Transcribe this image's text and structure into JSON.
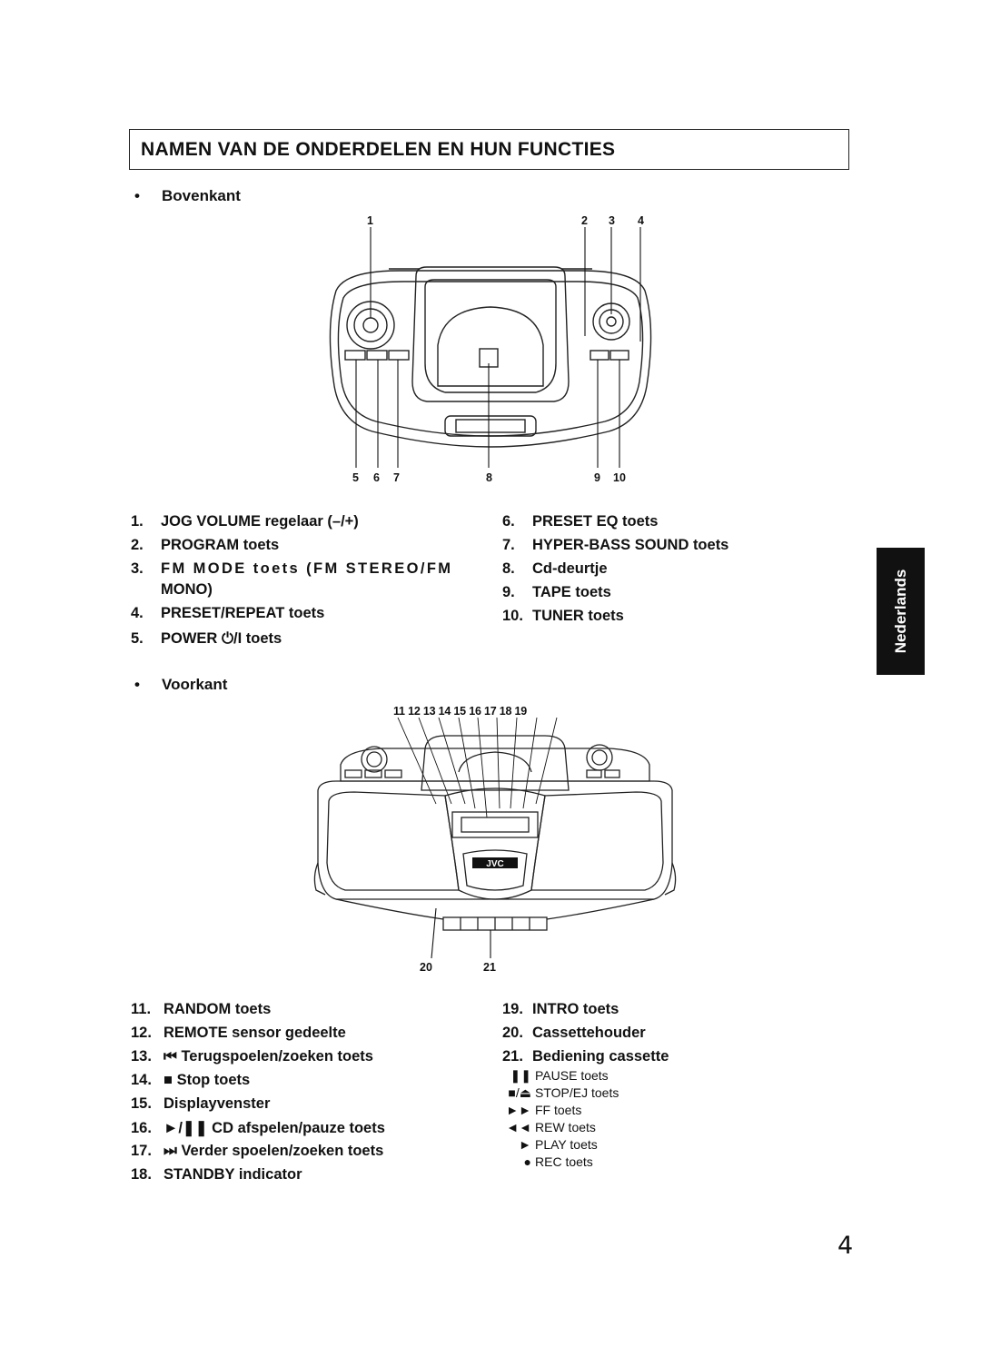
{
  "title": "NAMEN VAN DE ONDERDELEN EN HUN FUNCTIES",
  "top_section": {
    "heading": "Bovenkant",
    "callouts_top": [
      "1",
      "2",
      "3",
      "4"
    ],
    "callouts_bottom": [
      "5",
      "6",
      "7",
      "8",
      "9",
      "10"
    ],
    "items_left": [
      {
        "num": "1.",
        "text": "JOG VOLUME regelaar (–/+)"
      },
      {
        "num": "2.",
        "text": "PROGRAM toets"
      },
      {
        "num": "3.",
        "text": "FM MODE toets (FM STEREO/FM"
      },
      {
        "num": "",
        "text": "MONO)"
      },
      {
        "num": "4.",
        "text": "PRESET/REPEAT toets"
      },
      {
        "num": "5.",
        "text": "POWER",
        "icon": "⏻/I",
        "text2": "toets"
      }
    ],
    "items_right": [
      {
        "num": "6.",
        "text": "PRESET EQ toets"
      },
      {
        "num": "7.",
        "text": "HYPER-BASS SOUND toets"
      },
      {
        "num": "8.",
        "text": "Cd-deurtje"
      },
      {
        "num": "9.",
        "text": "TAPE toets"
      },
      {
        "num": "10.",
        "text": "TUNER toets"
      }
    ]
  },
  "front_section": {
    "heading": "Voorkant",
    "callouts_top": "11 12 13 14 15 16 17 18 19",
    "callouts_bottom": [
      "20",
      "21"
    ],
    "brand": "JVC",
    "items_left": [
      {
        "num": "11.",
        "text": "RANDOM toets"
      },
      {
        "num": "12.",
        "text": "REMOTE sensor gedeelte"
      },
      {
        "num": "13.",
        "icon": "⏮",
        "text": "Terugspoelen/zoeken toets"
      },
      {
        "num": "14.",
        "icon": "■",
        "text": "Stop toets"
      },
      {
        "num": "15.",
        "text": "Displayvenster"
      },
      {
        "num": "16.",
        "icon": "►/❚❚",
        "text": "CD afspelen/pauze toets"
      },
      {
        "num": "17.",
        "icon": "⏭",
        "text": "Verder spoelen/zoeken toets"
      },
      {
        "num": "18.",
        "text": "STANDBY indicator"
      }
    ],
    "items_right": [
      {
        "num": "19.",
        "text": "INTRO toets"
      },
      {
        "num": "20.",
        "text": "Cassettehouder"
      },
      {
        "num": "21.",
        "text": "Bediening cassette"
      }
    ],
    "cassette_controls": [
      {
        "sym": "❚❚",
        "text": "PAUSE toets"
      },
      {
        "sym": "■/⏏",
        "text": "STOP/EJ toets"
      },
      {
        "sym": "►►",
        "text": "FF toets"
      },
      {
        "sym": "◄◄",
        "text": "REW toets"
      },
      {
        "sym": "►",
        "text": "PLAY toets"
      },
      {
        "sym": "●",
        "text": "REC toets"
      }
    ]
  },
  "language_tab": "Nederlands",
  "page_number": "4"
}
